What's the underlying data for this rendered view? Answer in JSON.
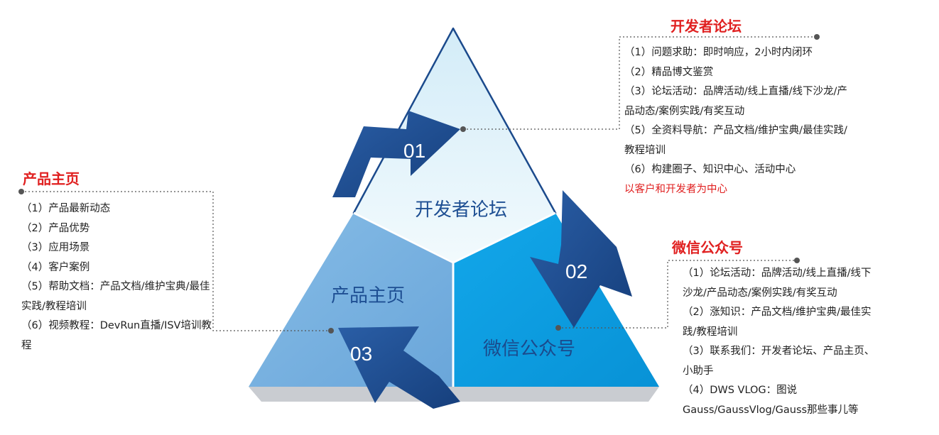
{
  "colors": {
    "accent_red": "#e02020",
    "top_face": "#e6f4fb",
    "left_face": "#7ab1df",
    "right_face": "#0b9fe2",
    "arrow_navy": "#1b4a8c",
    "label_navy": "#1e4f93"
  },
  "triangle": {
    "top_label": "开发者论坛",
    "left_label": "产品主页",
    "right_label": "微信公众号"
  },
  "arrows": {
    "a1": "01",
    "a2": "02",
    "a3": "03"
  },
  "forum": {
    "heading": "开发者论坛",
    "lines": [
      "（1）问题求助：即时响应，2小时内闭环",
      "（2）精品博文鉴赏",
      "（3）论坛活动：品牌活动/线上直播/线下沙龙/产",
      "品动态/案例实践/有奖互动",
      "（5）全资料导航：产品文档/维护宝典/最佳实践/",
      "教程培训",
      "（6）构建圈子、知识中心、活动中心"
    ],
    "tagline": "以客户和开发者为中心"
  },
  "homepage": {
    "heading": "产品主页",
    "lines": [
      "（1）产品最新动态",
      "（2）产品优势",
      "（3）应用场景",
      "（4）客户案例",
      "（5）帮助文档：产品文档/维护宝典/最佳",
      "实践/教程培训",
      "（6）视频教程：DevRun直播/ISV培训教",
      "程"
    ]
  },
  "wechat": {
    "heading": "微信公众号",
    "lines": [
      "（1）论坛活动：品牌活动/线上直播/线下",
      "沙龙/产品动态/案例实践/有奖互动",
      "（2）涨知识：产品文档/维护宝典/最佳实",
      "践/教程培训",
      "（3）联系我们：开发者论坛、产品主页、",
      "小助手",
      "（4）DWS VLOG：图说",
      "Gauss/GaussVlog/Gauss那些事儿等"
    ]
  }
}
